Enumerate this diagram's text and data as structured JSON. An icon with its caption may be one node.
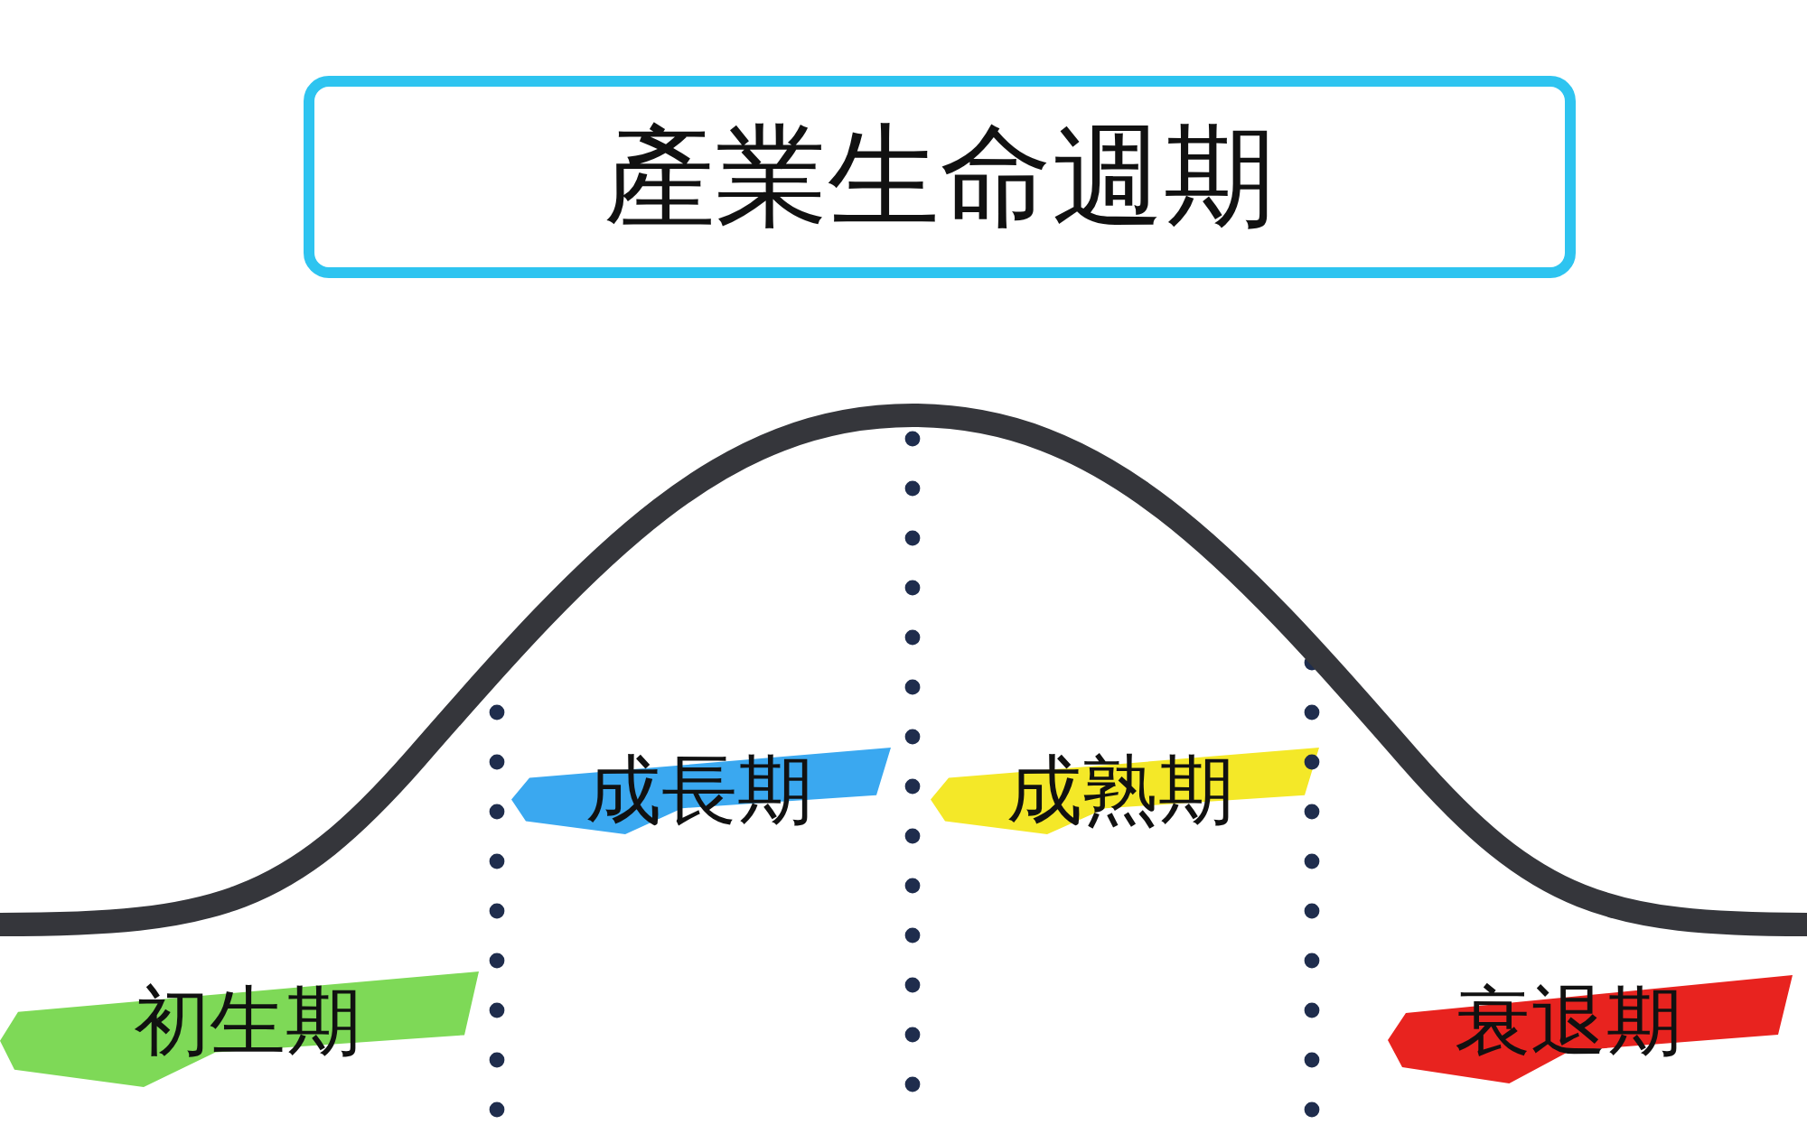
{
  "diagram": {
    "title": "產業生命週期",
    "labels": [
      "成長期",
      "成熟期",
      "初生期",
      "衰退期"
    ]
  }
}
